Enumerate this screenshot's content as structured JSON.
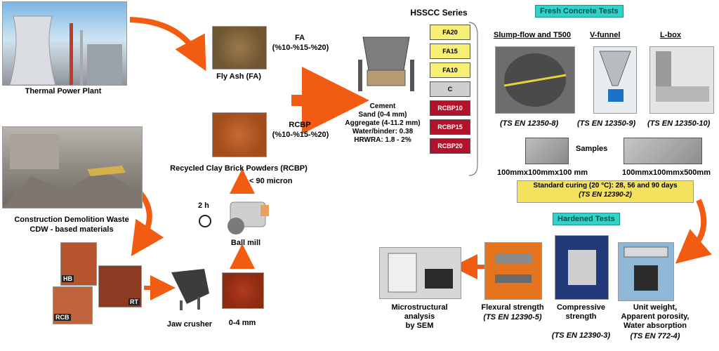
{
  "sources": {
    "power_plant": "Thermal Power Plant",
    "cdw_line1": "Construction Demolition Waste",
    "cdw_line2": "CDW - based materials"
  },
  "fly_ash": {
    "caption": "Fly Ash (FA)",
    "code": "FA",
    "ratio": "(%10-%15-%20)"
  },
  "rcbp": {
    "caption": "Recycled Clay Brick Powders (RCBP)",
    "code": "RCBP",
    "ratio": "(%10-%15-%20)",
    "micron": "< 90 micron"
  },
  "processing": {
    "ball_mill": "Ball mill",
    "time": "2 h",
    "jaw_crusher": "Jaw crusher",
    "size": "0-4 mm",
    "brick_labels": [
      "HB",
      "RT",
      "RCB"
    ]
  },
  "series": {
    "title": "HSSCC Series",
    "tags": [
      "FA20",
      "FA15",
      "FA10",
      "C",
      "RCBP10",
      "RCBP15",
      "RCBP20"
    ],
    "mix_lines": [
      "Cement",
      "Sand (0-4 mm)",
      "Aggregate (4-11.2 mm)",
      "Water/binder: 0.38",
      "HRWRA: 1.8 - 2%"
    ]
  },
  "fresh": {
    "header": "Fresh Concrete Tests",
    "tests": [
      {
        "name": "Slump-flow and T500",
        "std": "(TS EN 12350-8)"
      },
      {
        "name": "V-funnel",
        "std": "(TS EN 12350-9)"
      },
      {
        "name": "L-box",
        "std": "(TS EN 12350-10)"
      }
    ],
    "samples_label": "Samples",
    "sample_sizes": [
      "100mmx100mmx100 mm",
      "100mmx100mmx500mm"
    ],
    "curing_line1": "Standard curing (20 °C): 28, 56 and 90 days",
    "curing_line2": "(TS EN 12390-2)"
  },
  "hardened": {
    "header": "Hardened Tests",
    "tests": [
      {
        "name": "Microstructural analysis\nby SEM",
        "std": ""
      },
      {
        "name": "Flexural strength",
        "std": "(TS EN 12390-5)"
      },
      {
        "name": "Compressive\nstrength",
        "std": "(TS EN 12390-3)"
      },
      {
        "name": "Unit weight,\nApparent porosity,\nWater absorption",
        "std": "(TS EN 772-4)"
      }
    ]
  },
  "colors": {
    "arrow": "#f25c12",
    "teal": "#2fd3c9",
    "fa_yellow": "#f7ef76",
    "rcbp_red": "#b3122b"
  }
}
